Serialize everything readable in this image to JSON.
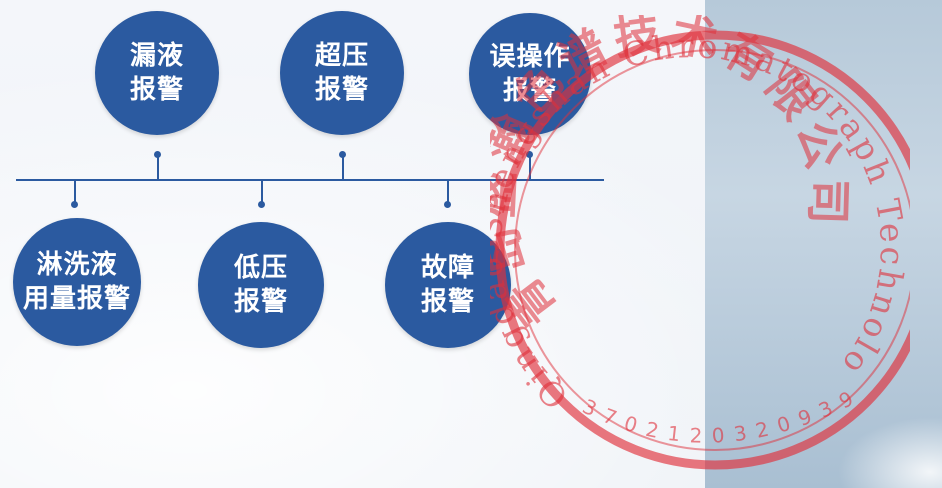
{
  "nodes": [
    {
      "line1": "漏液",
      "line2": "报警"
    },
    {
      "line1": "超压",
      "line2": "报警"
    },
    {
      "line1": "误操作",
      "line2": "报警"
    },
    {
      "line1": "淋洗液",
      "line2": "用量报警"
    },
    {
      "line1": "低压",
      "line2": "报警"
    },
    {
      "line1": "故障",
      "line2": "报警"
    }
  ],
  "seal": {
    "outer_text": "Qingdao Shengshan Chromatograph Technology Co.,Ltd",
    "inner_text": "青岛盛瀚色谱技术有限公司",
    "code": "3702120320939"
  },
  "colors": {
    "node": "#2b5aa0",
    "seal": "#e0303a"
  }
}
